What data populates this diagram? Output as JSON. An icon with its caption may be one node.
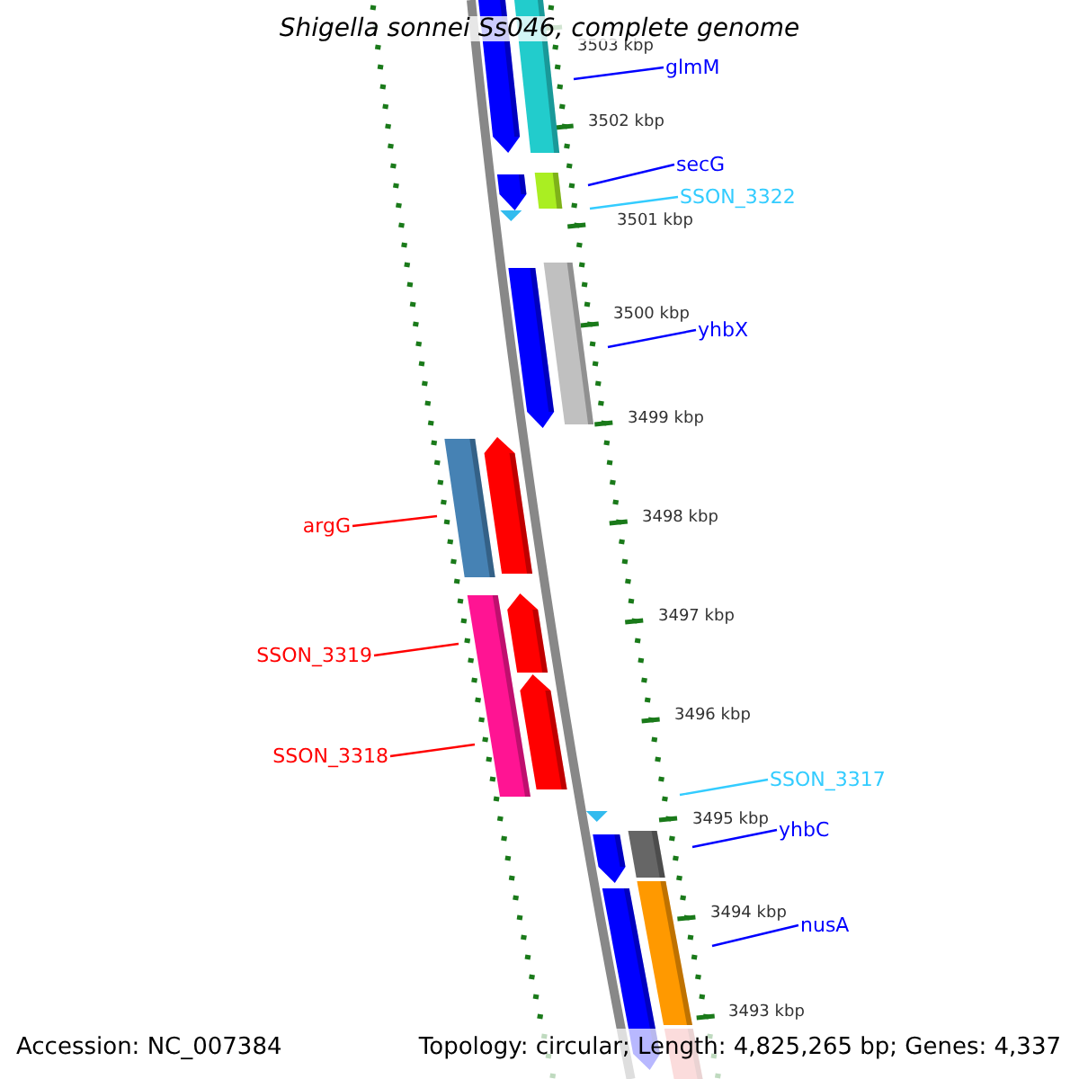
{
  "diagram": {
    "title": "Shigella sonnei Ss046, complete genome",
    "nodes": [
      {
        "text": [
          "glmM"
        ]
      },
      {
        "text": [
          "secG"
        ]
      },
      {
        "text": [
          "SSON_3322"
        ]
      },
      {
        "text": [
          "yhbX"
        ]
      },
      {
        "text": [
          "argG"
        ]
      },
      {
        "text": [
          "SSON_3319"
        ]
      },
      {
        "text": [
          "SSON_3318"
        ]
      },
      {
        "text": [
          "SSON_3317"
        ]
      },
      {
        "text": [
          "yhbC"
        ]
      },
      {
        "text": [
          "nusA"
        ]
      }
    ],
    "edges": [
      {
        "from": 0,
        "to": null,
        "arrow": "none"
      },
      {
        "from": 1,
        "to": null,
        "arrow": "none"
      },
      {
        "from": 2,
        "to": null,
        "arrow": "none",
        "color": "#33ccff"
      },
      {
        "from": 3,
        "to": null,
        "arrow": "none"
      },
      {
        "from": 4,
        "to": null,
        "arrow": "none",
        "color": "#ff0000"
      },
      {
        "from": 5,
        "to": null,
        "arrow": "none",
        "color": "#ff0000"
      },
      {
        "from": 6,
        "to": null,
        "arrow": "none",
        "color": "#ff0000"
      },
      {
        "from": 7,
        "to": null,
        "arrow": "none",
        "color": "#33ccff"
      },
      {
        "from": 8,
        "to": null,
        "arrow": "none"
      },
      {
        "from": 9,
        "to": null,
        "arrow": "none"
      }
    ],
    "labels": [
      "3503 kbp",
      "3502 kbp",
      "3501 kbp",
      "3500 kbp",
      "3499 kbp",
      "3498 kbp",
      "3497 kbp",
      "3496 kbp",
      "3495 kbp",
      "3494 kbp",
      "3493 kbp",
      "Accession: NC_007384",
      "Topology: circular; Length: 4,825,265 bp; Genes: 4,337"
    ]
  }
}
